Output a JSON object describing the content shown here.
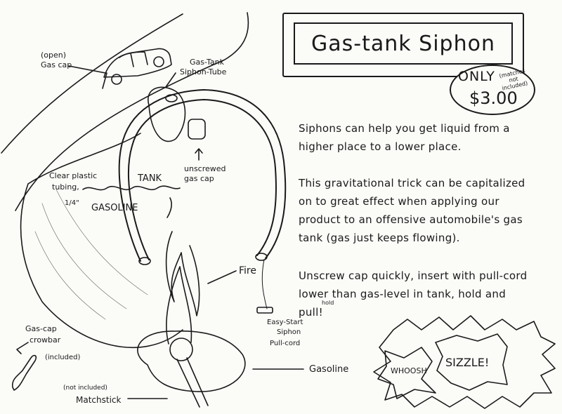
{
  "title": "Gas-tank Siphon",
  "price": {
    "only": "ONLY",
    "note": "(matches not included)",
    "amount": "$3.00"
  },
  "paragraphs": [
    "Siphons can help you get liquid from a higher place to a lower place.",
    "This gravitational trick can be capitalized on to great effect when applying our product to an offensive automobile's gas tank (gas just keeps flowing).",
    "Unscrew cap quickly, insert with pull-cord lower than gas-level in tank, hold and pull!"
  ],
  "labels": {
    "open_gas_cap_1": "(open)",
    "open_gas_cap_2": "Gas cap",
    "siphon_tube_1": "Gas-Tank",
    "siphon_tube_2": "Siphon-Tube",
    "unscrewed_1": "unscrewed",
    "unscrewed_2": "gas cap",
    "tubing_1": "Clear plastic",
    "tubing_2": "tubing,",
    "tubing_size": "1/4\"",
    "tank": "TANK",
    "gasoline_line": "GASOLINE",
    "fire": "Fire",
    "pullcord_1": "Easy-Start",
    "pullcord_2": "Siphon",
    "pullcord_3": "Pull-cord",
    "hold": "hold",
    "crowbar_1": "Gas-cap",
    "crowbar_2": "crowbar",
    "crowbar_3": "(included)",
    "not_included": "(not included)",
    "matchstick": "Matchstick",
    "gasoline": "Gasoline",
    "whoosh": "WHOOSH",
    "sizzle": "SIZZLE!"
  }
}
